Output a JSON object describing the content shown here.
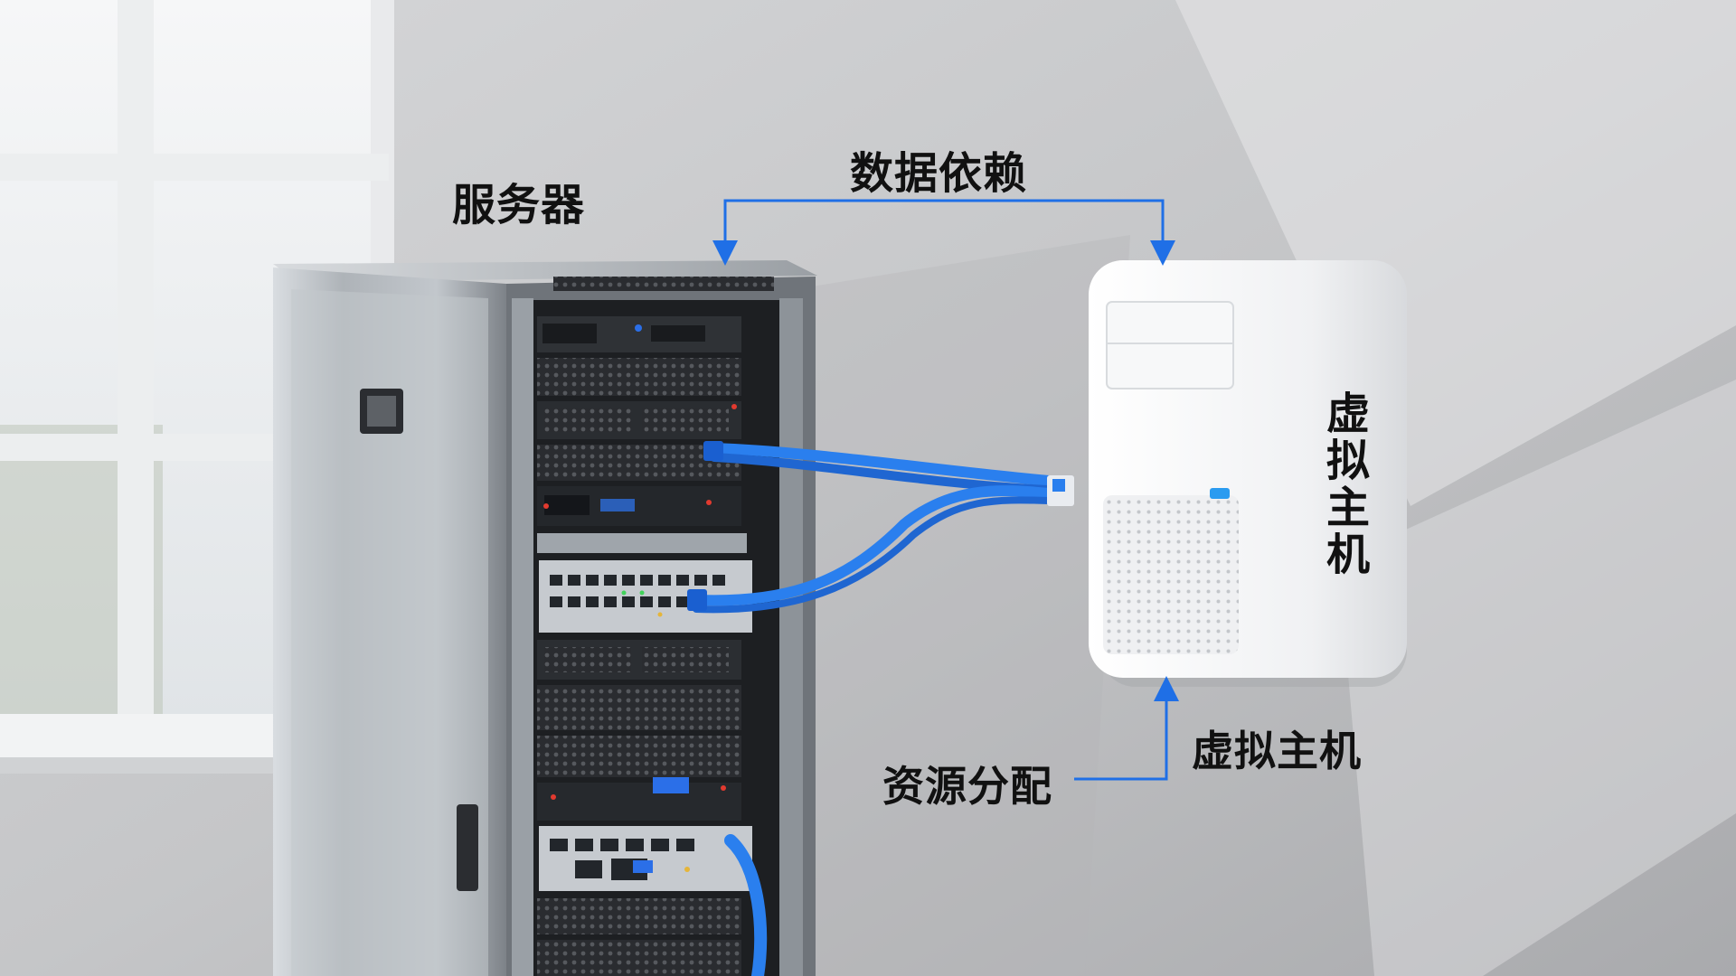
{
  "labels": {
    "server": "服务器",
    "data_dependency": "数据依赖",
    "virtual_host_vertical": "虚拟主机",
    "virtual_host": "虚拟主机",
    "resource_allocation": "资源分配"
  },
  "colors": {
    "arrow_blue": "#1f6fe6",
    "cable_blue": "#2a7fee",
    "wall": "#c9cacc",
    "cabinet_steel": "#b6bbc0",
    "host_white": "#f3f4f6"
  },
  "icons": {
    "rack": "server-rack-icon",
    "host": "virtual-host-box-icon",
    "arrows": "arrow-connector-icon"
  }
}
